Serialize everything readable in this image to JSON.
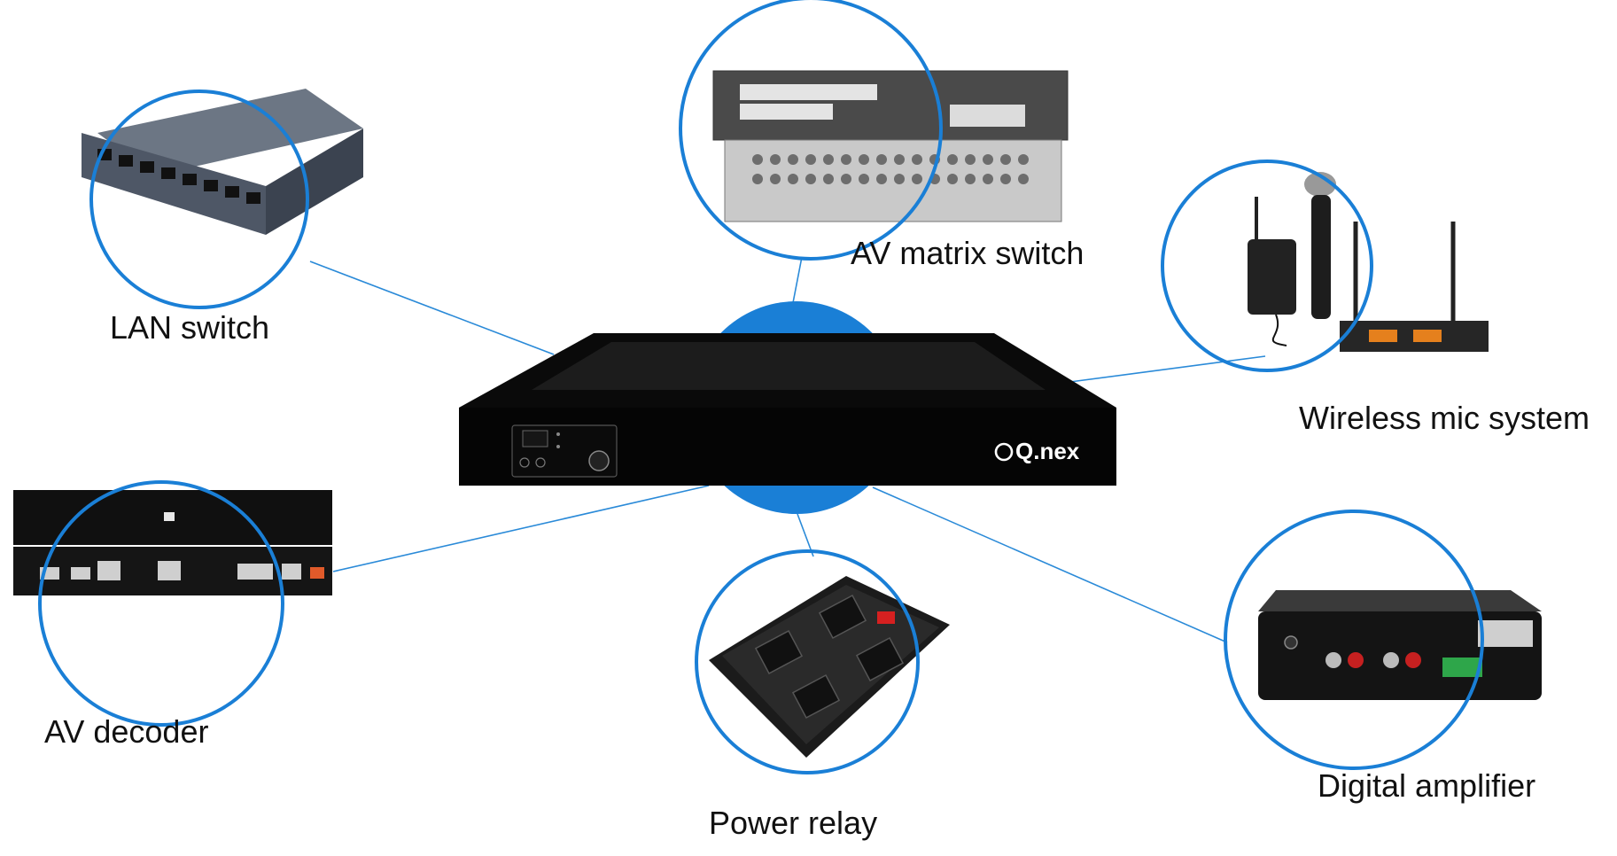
{
  "hub": {
    "brand": "Q.nex"
  },
  "devices": [
    {
      "id": "lan-switch",
      "label": "LAN switch"
    },
    {
      "id": "av-matrix-switch",
      "label": "AV matrix switch"
    },
    {
      "id": "wireless-mic-system",
      "label": "Wireless mic system"
    },
    {
      "id": "av-decoder",
      "label": "AV decoder"
    },
    {
      "id": "power-relay",
      "label": "Power relay"
    },
    {
      "id": "digital-amplifier",
      "label": "Digital amplifier"
    }
  ],
  "colors": {
    "ring": "#1a7fd6",
    "hub_backdrop": "#1a7fd6",
    "device_body": "#111111"
  }
}
